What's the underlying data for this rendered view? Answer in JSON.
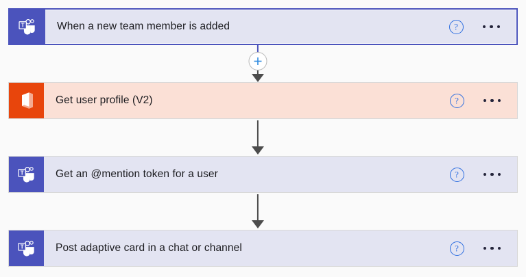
{
  "flow": {
    "background_color": "#fafafa",
    "steps": [
      {
        "id": "step-trigger",
        "title": "When a new team member is added",
        "connector_icon": "microsoft-teams-icon",
        "icon_background": "#4b53bc",
        "card_background": "#e3e4f2",
        "selected": true,
        "help_label": "?",
        "menu_label": "More commands"
      },
      {
        "id": "step-get-user-profile",
        "title": "Get user profile (V2)",
        "connector_icon": "office-365-outlook-icon",
        "icon_background": "#e8450c",
        "card_background": "#fbe0d6",
        "selected": false,
        "help_label": "?",
        "menu_label": "More commands"
      },
      {
        "id": "step-get-mention-token",
        "title": "Get an @mention token for a user",
        "connector_icon": "microsoft-teams-icon",
        "icon_background": "#4b53bc",
        "card_background": "#e3e4f2",
        "selected": false,
        "help_label": "?",
        "menu_label": "More commands"
      },
      {
        "id": "step-post-adaptive-card",
        "title": "Post adaptive card in a chat or channel",
        "connector_icon": "microsoft-teams-icon",
        "icon_background": "#4b53bc",
        "card_background": "#e3e4f2",
        "selected": false,
        "help_label": "?",
        "menu_label": "More commands"
      }
    ],
    "connectors": [
      {
        "id": "connector-1",
        "has_insert_button": true,
        "insert_label": "+"
      },
      {
        "id": "connector-2",
        "has_insert_button": false,
        "insert_label": ""
      },
      {
        "id": "connector-3",
        "has_insert_button": false,
        "insert_label": ""
      }
    ],
    "colors": {
      "accent_purple": "#4b53bc",
      "office_orange": "#e8450c",
      "arrow_gray": "#4c4c4c",
      "help_blue": "#2f6fe0",
      "plus_blue": "#2f8ae0"
    }
  }
}
